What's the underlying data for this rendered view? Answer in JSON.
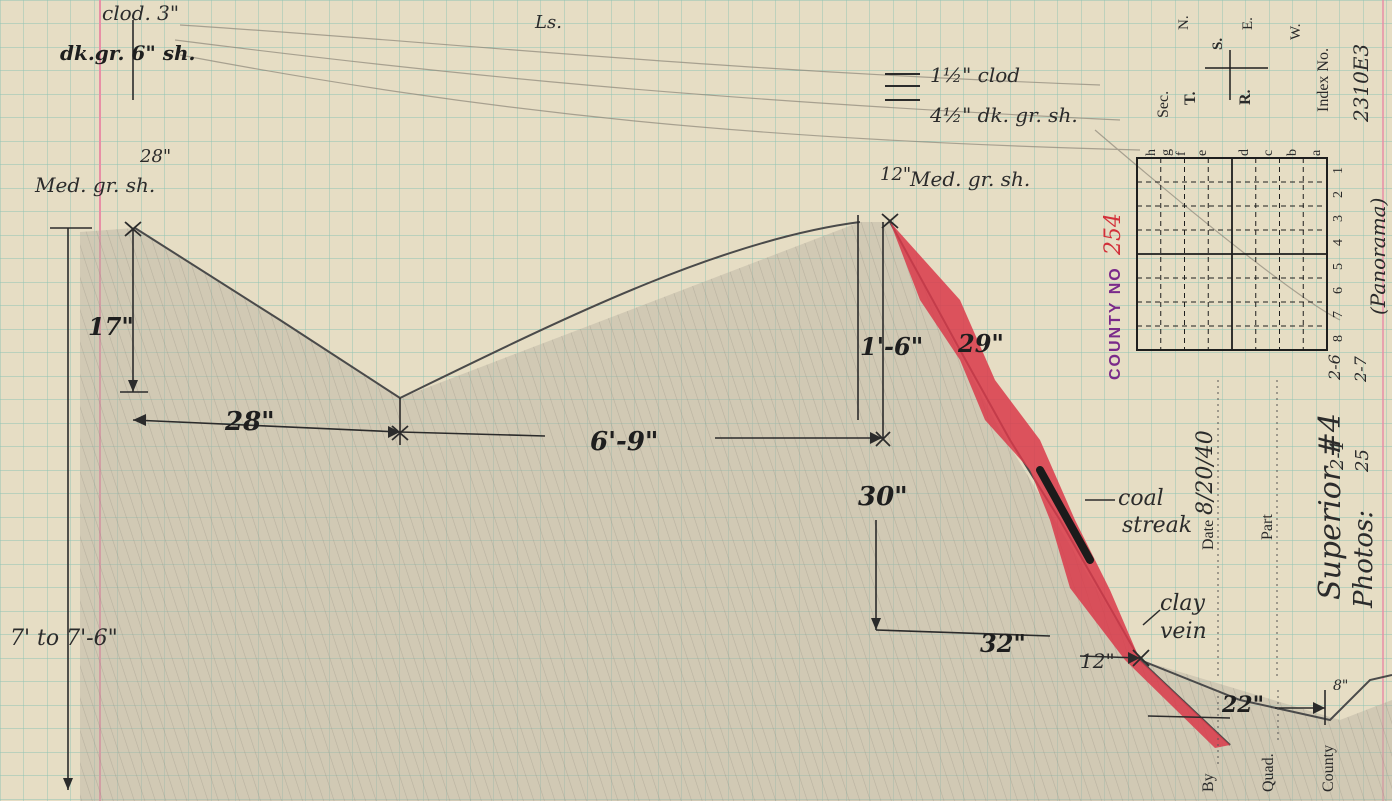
{
  "top_strata": {
    "upper_left_clod": "clod. 3\"",
    "upper_left_shale": "dk.gr. 6\" sh.",
    "top_center": "Ls.",
    "right_clod": "1½\" clod",
    "right_shale": "4½\" dk. gr. sh."
  },
  "left_peak": {
    "thickness": "28\"",
    "rock": "Med. gr. sh.",
    "height": "17\"",
    "span": "28\""
  },
  "right_peak": {
    "thickness": "12\"",
    "rock": "Med. gr. sh.",
    "height": "1'-6\""
  },
  "dimensions": {
    "middle_span": "6'-9\"",
    "total_height": "7' to 7'-6\"",
    "dim_30": "30\"",
    "dim_32": "32\"",
    "dim_12": "12\"",
    "dim_29": "29\"",
    "dim_22": "22\"",
    "dim_8": "8\""
  },
  "annotations": {
    "coal_streak": [
      "coal",
      "streak"
    ],
    "clay_vein": [
      "clay",
      "vein"
    ]
  },
  "form": {
    "section_labels": [
      "Sec.",
      "T.",
      "R."
    ],
    "directions": [
      "N.",
      "S.",
      "E.",
      "W."
    ],
    "index_label": "Index No.",
    "index_value": "2310E3",
    "county_no_label": "COUNTY NO",
    "county_no_value": "254",
    "grid_rows": [
      "h",
      "g",
      "f",
      "e",
      "d",
      "c",
      "b",
      "a"
    ],
    "grid_cols": [
      "1",
      "2",
      "3",
      "4",
      "5",
      "6",
      "7",
      "8"
    ],
    "panorama": "(Panorama)",
    "photos_label": "Photos:",
    "photos_row1": [
      "2-4",
      "2-6"
    ],
    "photos_row2": [
      "25",
      "2-7"
    ],
    "date_label": "Date",
    "date_value": "8/20/40",
    "part_label": "Part",
    "superior": "Superior #4",
    "by_label": "By",
    "quad_label": "Quad.",
    "county_label": "County"
  },
  "colors": {
    "paper": "#e6ddc4",
    "grid": "#5fb3a6",
    "margin_line": "#e88fa6",
    "coal_seam_red": "#d93a4a"
  }
}
